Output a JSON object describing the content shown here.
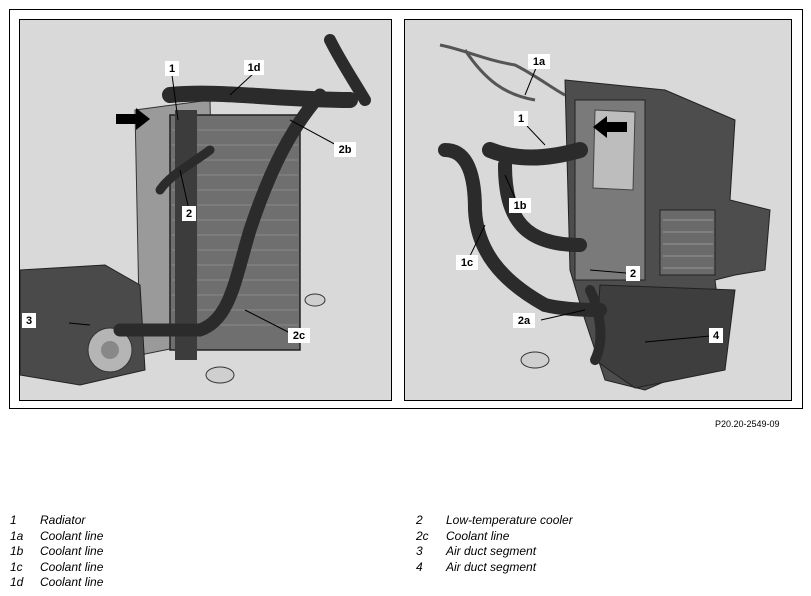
{
  "figure_id": "P20.20-2549-09",
  "callouts": {
    "left": [
      "1",
      "1d",
      "2b",
      "2",
      "3",
      "2c"
    ],
    "right": [
      "1a",
      "1",
      "1b",
      "1c",
      "2",
      "2a",
      "4"
    ]
  },
  "legend": {
    "left": [
      {
        "num": "1",
        "text": "Radiator"
      },
      {
        "num": "1a",
        "text": "Coolant line"
      },
      {
        "num": "1b",
        "text": "Coolant line"
      },
      {
        "num": "1c",
        "text": "Coolant line"
      },
      {
        "num": "1d",
        "text": "Coolant line"
      }
    ],
    "right": [
      {
        "num": "2",
        "text": "Low-temperature cooler"
      },
      {
        "num": "2c",
        "text": "Coolant line"
      },
      {
        "num": "3",
        "text": "Air duct segment"
      },
      {
        "num": "4",
        "text": "Air duct segment"
      }
    ]
  }
}
